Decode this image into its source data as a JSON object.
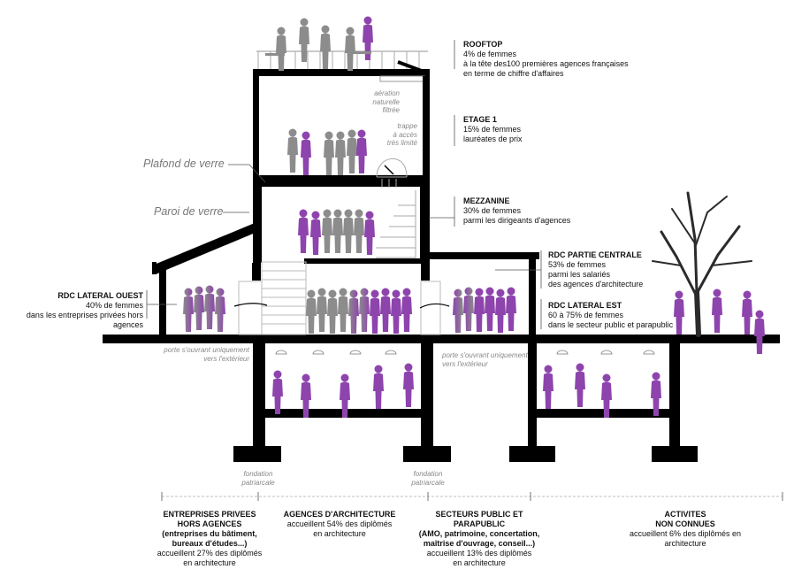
{
  "colors": {
    "structure": "#000000",
    "people_grey": "#8c8c8c",
    "people_purple": "#8e44ad",
    "tree": "#2b2b2b",
    "note": "#888888"
  },
  "floors": {
    "rooftop": {
      "title": "ROOFTOP",
      "lines": [
        "4% de femmes",
        "à la tête des100 premières agences françaises",
        "en terme de chiffre d'affaires"
      ]
    },
    "etage1": {
      "title": "ETAGE 1",
      "lines": [
        "15% de femmes",
        "lauréates de prix"
      ]
    },
    "mezzanine": {
      "title": "MEZZANINE",
      "lines": [
        "30% de femmes",
        "parmi les dirigeants d'agences"
      ]
    },
    "rdc_centrale": {
      "title": "RDC PARTIE CENTRALE",
      "lines": [
        "53% de femmes",
        "parmi les salariés",
        "des agences d'architecture"
      ]
    },
    "rdc_est": {
      "title": "RDC LATERAL EST",
      "lines": [
        "60 à 75% de femmes",
        "dans le secteur public et parapublic"
      ]
    },
    "rdc_ouest": {
      "title": "RDC LATERAL OUEST",
      "lines": [
        "40% de femmes",
        "dans les entreprises privées hors agences"
      ]
    }
  },
  "side_labels": {
    "plafond": "Plafond de verre",
    "paroi": "Paroi de verre"
  },
  "notes": {
    "aeration": [
      "aération",
      "naturelle",
      "filtrée"
    ],
    "trappe": [
      "trappe",
      "à accès",
      "très limité"
    ],
    "porte_ouest": [
      "porte s'ouvrant uniquement",
      "vers l'extérieur"
    ],
    "porte_est": [
      "porte s'ouvrant uniquement",
      "vers l'extérieur"
    ],
    "fondation_1": [
      "fondation",
      "patriarcale"
    ],
    "fondation_2": [
      "fondation",
      "patriarcale"
    ]
  },
  "bottom": [
    {
      "title": [
        "ENTREPRISES PRIVEES",
        "HORS AGENCES",
        "(entreprises du bâtiment,",
        "bureaux d'études...)"
      ],
      "lines": [
        "accueillent 27% des diplômés",
        "en architecture"
      ]
    },
    {
      "title": [
        "AGENCES D'ARCHITECTURE"
      ],
      "lines": [
        "accueillent 54% des diplômés",
        "en architecture"
      ]
    },
    {
      "title": [
        "SECTEURS PUBLIC ET",
        "PARAPUBLIC",
        "(AMO, patrimoine, concertation,",
        "maîtrise d'ouvrage, conseil...)"
      ],
      "lines": [
        "accueillent 13% des diplômés",
        "en architecture"
      ]
    },
    {
      "title": [
        "ACTIVITES",
        "NON CONNUES"
      ],
      "lines": [
        "accueillent 6% des diplômés en",
        "architecture"
      ]
    }
  ]
}
